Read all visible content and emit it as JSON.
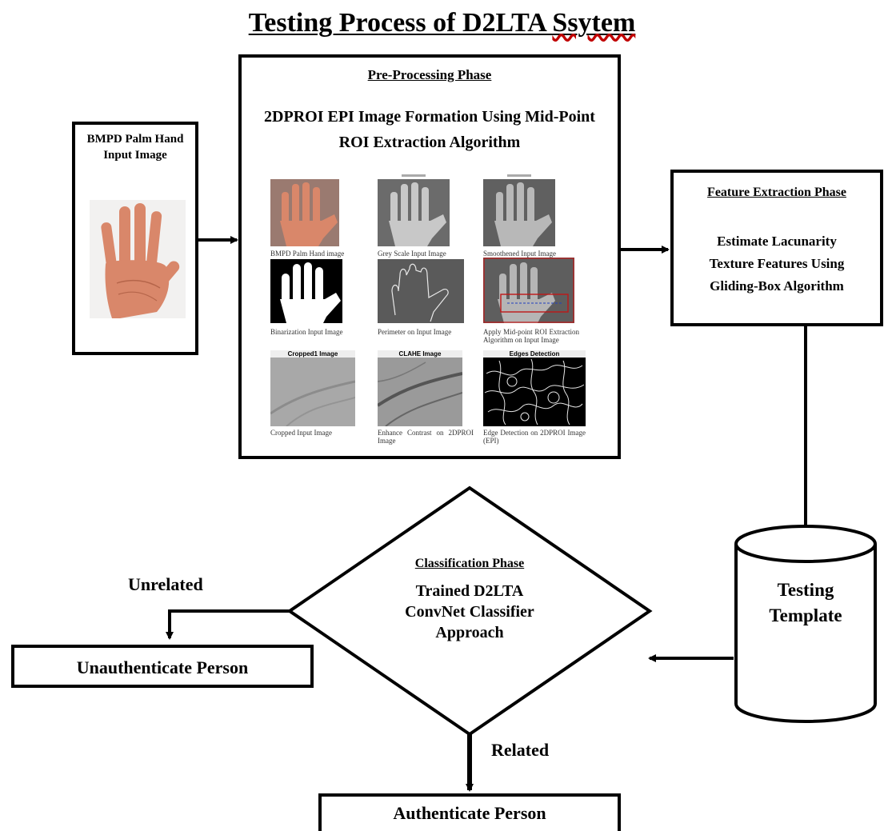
{
  "title": {
    "text_before": "Testing Process of D2LTA ",
    "text_misspelled": "Ssytem"
  },
  "input_box": {
    "label": "BMPD Palm Hand Input Image"
  },
  "preprocessing": {
    "heading": "Pre-Processing Phase",
    "subtitle": "2DPROI EPI Image Formation Using Mid-Point ROI Extraction Algorithm",
    "steps": [
      {
        "caption": "BMPD Palm Hand image"
      },
      {
        "caption": "Grey Scale Input Image"
      },
      {
        "caption": "Smoothened Input Image"
      },
      {
        "caption": "Binarization Input Image"
      },
      {
        "caption": "Perimeter on Input Image"
      },
      {
        "caption": "Apply Mid-point ROI Extraction Algorithm on Input Image"
      },
      {
        "caption": "Cropped Input Image",
        "panel_title": "Cropped1 Image"
      },
      {
        "caption": "Enhance Contrast on 2DPROI Image",
        "panel_title": "CLAHE Image"
      },
      {
        "caption": "Edge Detection on 2DPROI Image (EPI)",
        "panel_title": "Edges Detection"
      }
    ]
  },
  "feature_extraction": {
    "heading": "Feature Extraction Phase",
    "body": "Estimate Lacunarity Texture Features Using Gliding-Box Algorithm"
  },
  "template": {
    "label": "Testing Template"
  },
  "classification": {
    "heading": "Classification Phase",
    "body": "Trained D2LTA ConvNet Classifier Approach"
  },
  "outcomes": {
    "unrelated_label": "Unrelated",
    "unauthenticated": "Unauthenticate Person",
    "related_label": "Related",
    "authenticated": "Authenticate Person"
  },
  "colors": {
    "border": "#000000",
    "skin": "#d9876a",
    "grey_panel": "#8a8a8a",
    "roi_box": "#c01818",
    "spelling_underline": "#c00000"
  }
}
